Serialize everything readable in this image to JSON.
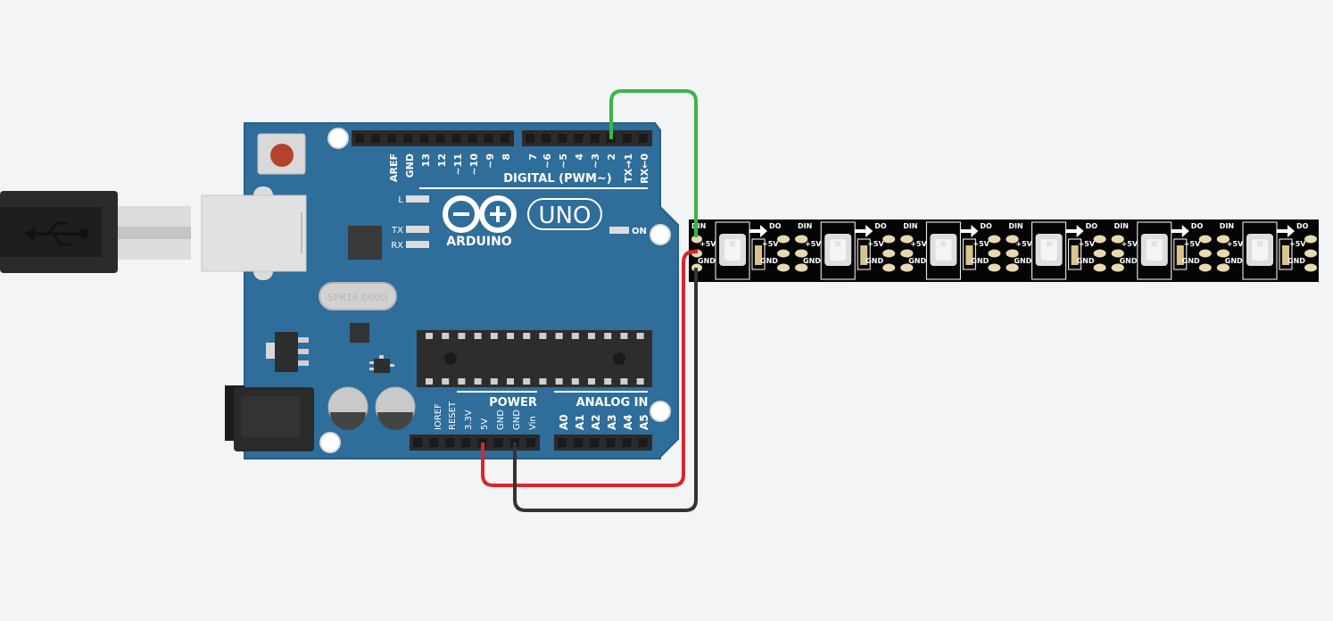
{
  "colors": {
    "background": "#f3f4f6",
    "board": "#2f6d9a",
    "board_dark": "#1f5580",
    "header": "#2b2b2b",
    "strip": "#050505",
    "pad": "#e8d9b0",
    "wire_signal": "#3ab54a",
    "wire_power": "#d9262c",
    "wire_ground": "#333333",
    "reset": "#b5432c"
  },
  "board": {
    "digital_pins": [
      "AREF",
      "GND",
      "13",
      "12",
      "~11",
      "~10",
      "~9",
      "8",
      "7",
      "~6",
      "~5",
      "4",
      "~3",
      "2",
      "TX→1",
      "RX←0"
    ],
    "digital_label": "DIGITAL (PWM~)",
    "led_l": "L",
    "led_tx": "TX",
    "led_rx": "RX",
    "led_on": "ON",
    "brand": "ARDUINO",
    "model": "UNO",
    "crystal": "SPK16.000G",
    "power_label": "POWER",
    "analog_label": "ANALOG IN",
    "power_pins": [
      "IOREF",
      "RESET",
      "3.3V",
      "5V",
      "GND",
      "GND",
      "Vin"
    ],
    "analog_pins": [
      "A0",
      "A1",
      "A2",
      "A3",
      "A4",
      "A5"
    ]
  },
  "strip": {
    "label_din": "DIN",
    "label_do": "DO",
    "label_5v": "+5V",
    "label_gnd": "GND",
    "segments": 6
  },
  "wires": [
    {
      "name": "signal",
      "from": "Arduino pin 2",
      "to": "DIN"
    },
    {
      "name": "power",
      "from": "Arduino 5V",
      "to": "+5V"
    },
    {
      "name": "ground",
      "from": "Arduino GND",
      "to": "GND"
    }
  ]
}
